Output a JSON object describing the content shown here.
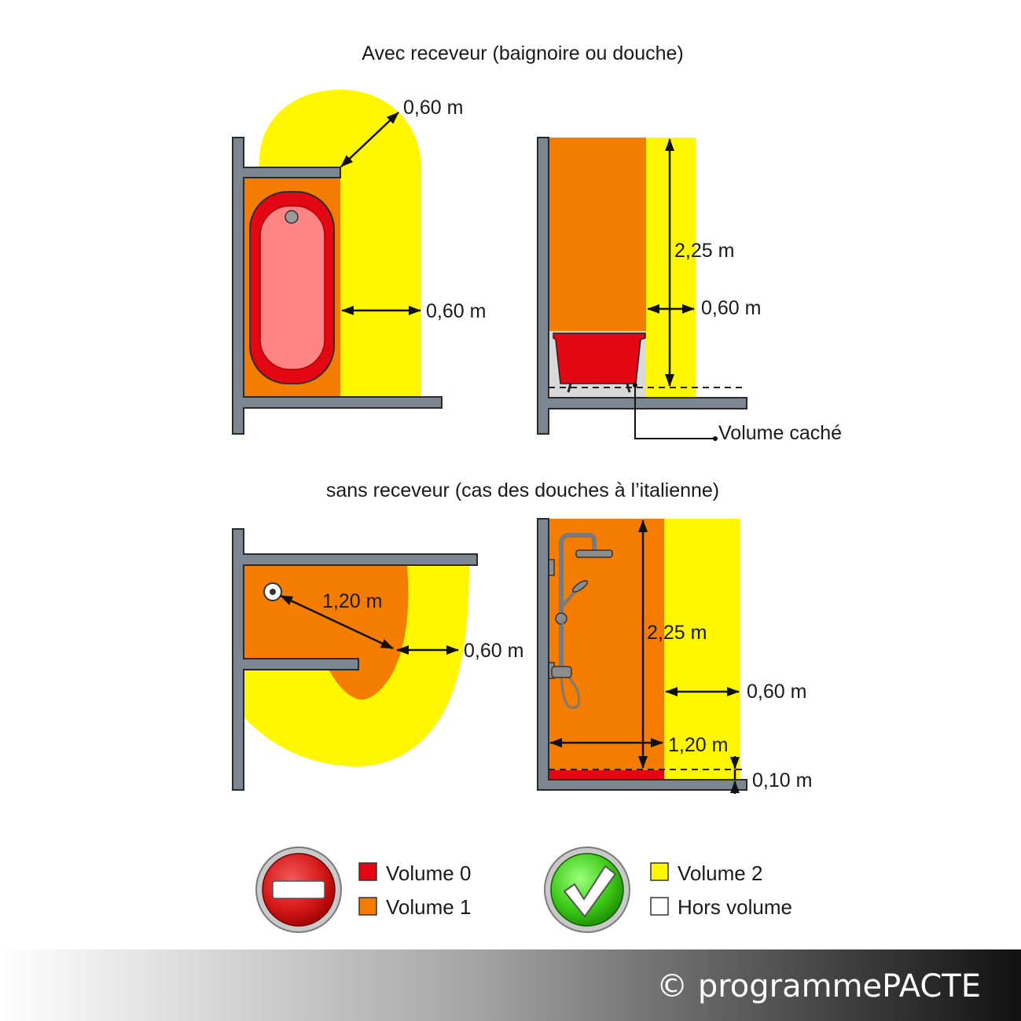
{
  "titles": {
    "with_tray": "Avec receveur (baignoire ou douche)",
    "without_tray": "sans receveur (cas des douches à l’italienne)"
  },
  "bathtub_plan": {
    "diagonal_distance": "0,60 m",
    "side_distance": "0,60 m"
  },
  "bathtub_elevation": {
    "height": "2,25 m",
    "side_distance": "0,60 m",
    "hidden_volume": "Volume caché"
  },
  "walkin_plan": {
    "radius": "1,20 m",
    "side_distance": "0,60 m"
  },
  "walkin_elevation": {
    "height": "2,25 m",
    "side_distance": "0,60 m",
    "depth": "1,20 m",
    "floor_height": "0,10 m"
  },
  "legend": {
    "forbidden_icon": "no-entry-icon",
    "allowed_icon": "check-icon",
    "items": [
      {
        "label": "Volume 0",
        "color": "#E30613"
      },
      {
        "label": "Volume 1",
        "color": "#F47D00"
      },
      {
        "label": "Volume 2",
        "color": "#FFF700"
      },
      {
        "label": "Hors volume",
        "color": "#FFFFFF"
      }
    ]
  },
  "footer": {
    "copyright": "© programmePACTE"
  }
}
